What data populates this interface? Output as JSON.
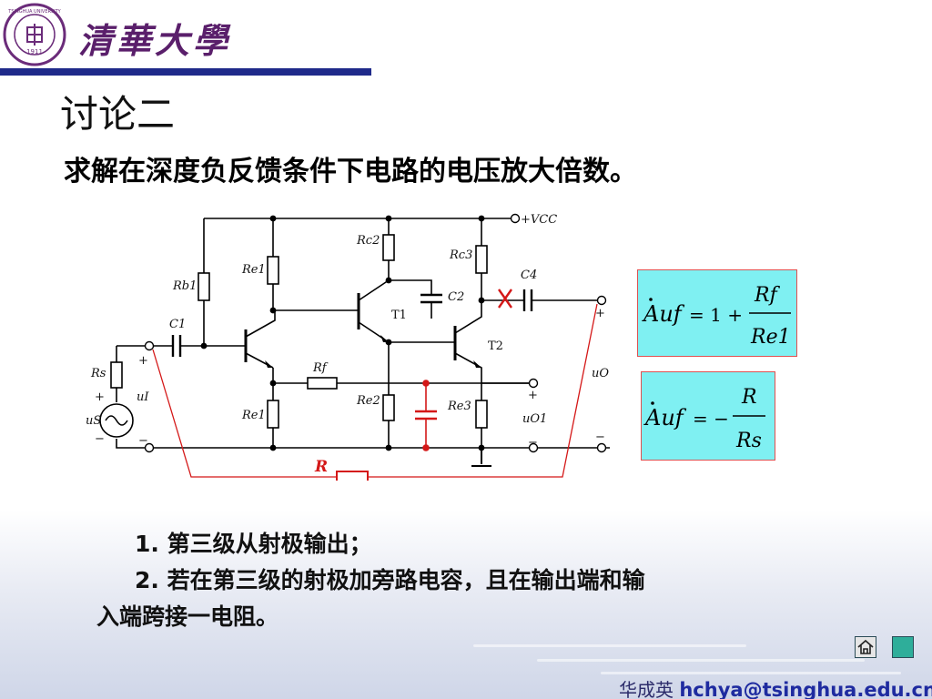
{
  "header": {
    "brand": "清華大學",
    "logo": {
      "ring_top": "TSINGHUA UNIVERSITY",
      "year": "1911",
      "icon": "tsinghua-seal"
    },
    "accent_color": "#1f2a8a"
  },
  "slide": {
    "title": "讨论二",
    "subtitle": "求解在深度负反馈条件下电路的电压放大倍数。"
  },
  "circuit": {
    "vcc": "+VCC",
    "components": {
      "rb1": "Rb1",
      "re1_top": "Re1",
      "re1_bot": "Re1",
      "rc2": "Rc2",
      "re2": "Re2",
      "rc3": "Rc3",
      "re3": "Re3",
      "rs": "Rs",
      "rf": "Rf",
      "c1": "C1",
      "c2": "C2",
      "c4": "C4",
      "t1": "T1",
      "t2": "T2",
      "r": "R"
    },
    "signals": {
      "us": "uS",
      "ui": "uI",
      "uo": "uO",
      "uo1": "uO1"
    },
    "polarity": {
      "plus": "+",
      "minus": "−"
    },
    "removed_mark": "X"
  },
  "formulas": [
    {
      "lhs": "Auf",
      "lhs_sub": "uf",
      "op": "= 1 +",
      "num": "Rf",
      "den": "Re1"
    },
    {
      "lhs": "Auf",
      "lhs_sub": "uf",
      "op": "= −",
      "num": "R",
      "den": "Rs"
    }
  ],
  "notes": [
    "1.  第三级从射极输出；",
    "2.  若在第三级的射极加旁路电容，且在输出端和输",
    "入端跨接一电阻。"
  ],
  "nav": {
    "home_icon": "home-icon",
    "next_icon": "next-icon"
  },
  "footer": {
    "author": "华成英",
    "email": "hchya@tsinghua.edu.cn"
  }
}
